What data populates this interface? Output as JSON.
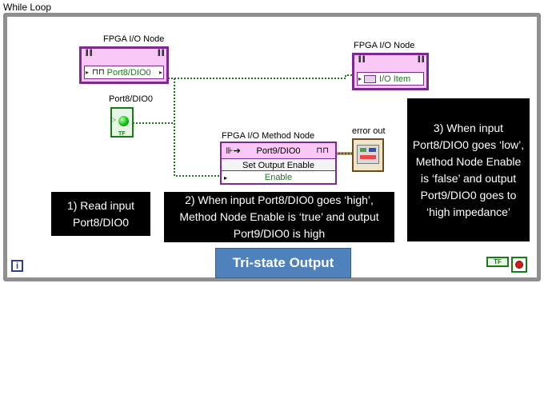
{
  "loop": {
    "title": "While Loop"
  },
  "nodes": {
    "fpga_io_read": {
      "label": "FPGA I/O Node",
      "channel": "Port8/DIO0",
      "wave_glyph": "⊓⊓"
    },
    "indicator": {
      "label": "Port8/DIO0",
      "badge": "TF"
    },
    "fpga_io_write": {
      "label": "FPGA I/O Node",
      "item": "I/O Item"
    },
    "method": {
      "label": "FPGA I/O Method Node",
      "channel": "Port9/DIO0",
      "wave_glyph": "⊓⊓",
      "method_name": "Set Output Enable",
      "input_name": "Enable"
    },
    "error_out": {
      "label": "error out"
    }
  },
  "notes": [
    "1) Read input Port8/DIO0",
    "2) When input Port8/DIO0 goes ‘high’, Method Node Enable is ‘true’ and output Port9/DIO0 is high",
    "3) When input Port8/DIO0 goes ‘low’, Method Node Enable is ‘false’ and output Port9/DIO0 goes to ‘high impedance’"
  ],
  "banner": "Tri-state Output",
  "terminals": {
    "iteration": "i",
    "stop_constant": "TF"
  },
  "colors": {
    "io_node_fill": "#f9c8f6",
    "io_node_border": "#7c2a8f",
    "boolean_wire": "#1a7a1a",
    "note_background": "#000000",
    "banner_fill": "#4f81bd",
    "loop_frame": "#8f8f8f"
  }
}
